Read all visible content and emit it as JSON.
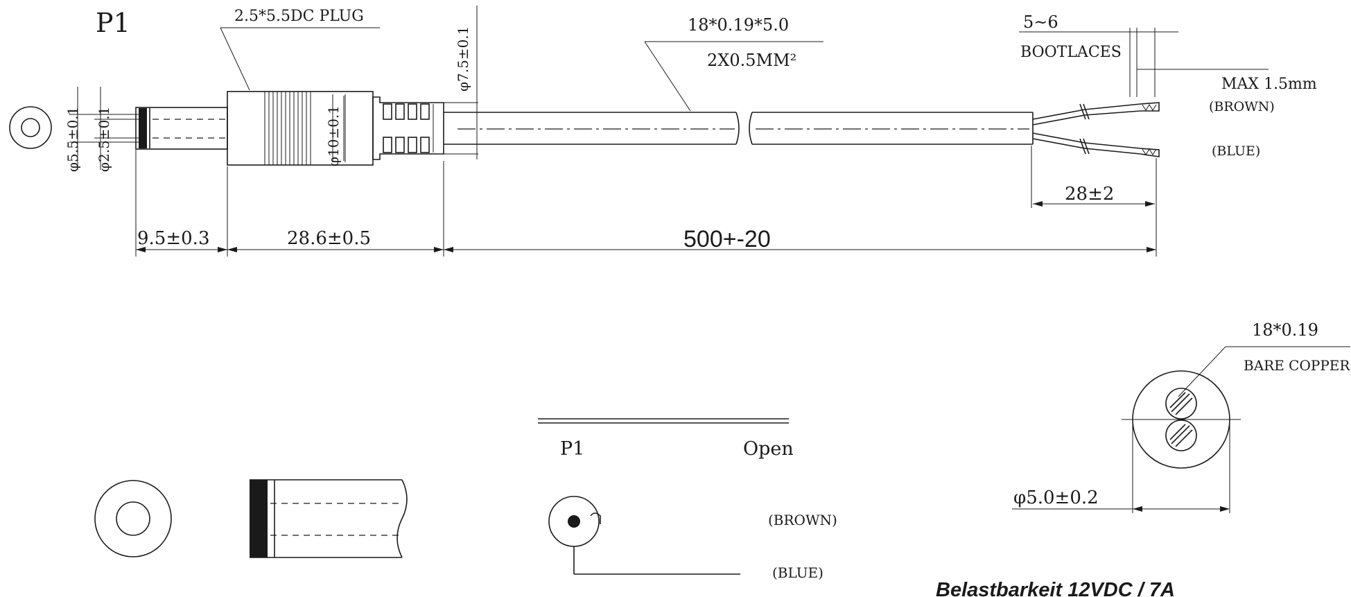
{
  "labels": {
    "p1_top": "P1",
    "plug_spec": "2.5*5.5DC PLUG",
    "dia_55": "φ5.5±0.1",
    "dia_25": "φ2.5±0.1",
    "dia_10": "φ10±0.1",
    "dia_75": "φ7.5±0.1",
    "cable_spec": "18*0.19*5.0",
    "cable_section": "2X0.5MM²",
    "strip_range": "5~6",
    "bootlaces": "BOOTLACES",
    "max_len": "MAX 1.5mm",
    "brown_top": "(BROWN)",
    "blue_top": "(BLUE)",
    "dim_split": "28±2",
    "dim_plug_tip": "9.5±0.3",
    "dim_plug_body": "28.6±0.5",
    "dim_cable": "500+-20",
    "conductor_spec": "18*0.19",
    "bare_copper": "BARE COPPER",
    "cable_dia": "φ5.0±0.2",
    "p1_table": "P1",
    "open_table": "Open",
    "brown_bottom": "(BROWN)",
    "blue_bottom": "(BLUE)",
    "rating": "Belastbarkeit 12VDC /  7A"
  },
  "colors": {
    "ink": "#1a1a1a",
    "background": "#ffffff"
  }
}
